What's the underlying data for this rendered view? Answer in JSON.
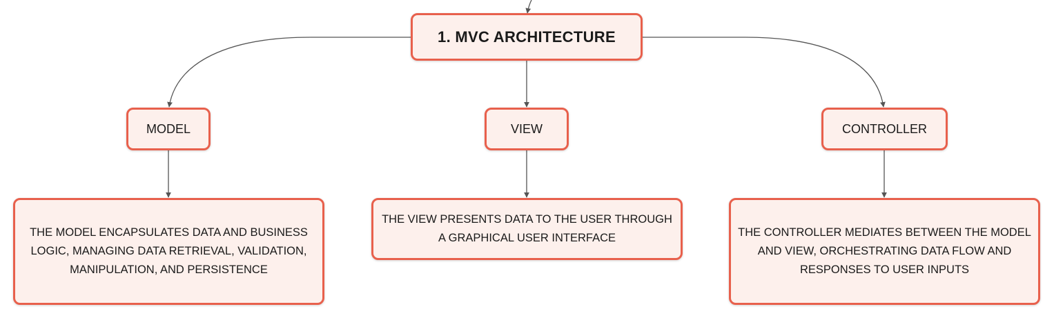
{
  "diagram": {
    "title": "1. MVC ARCHITECTURE",
    "nodes": {
      "model": {
        "label": "MODEL",
        "description": "THE MODEL ENCAPSULATES DATA AND BUSINESS LOGIC, MANAGING DATA RETRIEVAL, VALIDATION, MANIPULATION, AND PERSISTENCE"
      },
      "view": {
        "label": "VIEW",
        "description": "THE VIEW PRESENTS DATA TO THE USER THROUGH A GRAPHICAL USER INTERFACE"
      },
      "controller": {
        "label": "CONTROLLER",
        "description": "THE CONTROLLER MEDIATES BETWEEN THE MODEL AND VIEW, ORCHESTRATING DATA FLOW AND RESPONSES TO USER INPUTS"
      }
    }
  },
  "colors": {
    "node_border": "#e8604c",
    "node_fill": "#fdf0ec",
    "connector": "#555555",
    "text": "#1a1a1a"
  }
}
